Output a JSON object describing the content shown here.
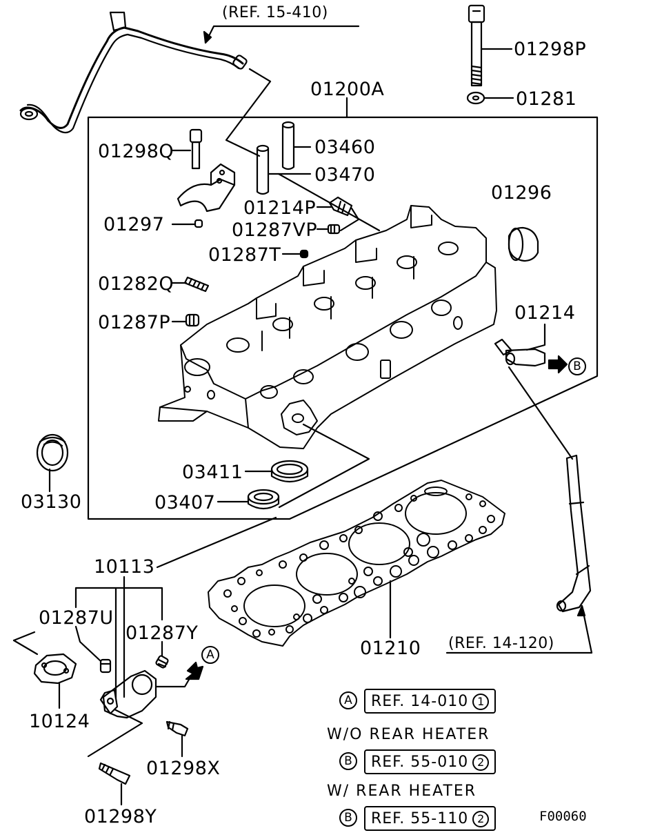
{
  "parts": {
    "p01298P": "01298P",
    "p01281": "01281",
    "p01200A": "01200A",
    "p03460": "03460",
    "p01298Q": "01298Q",
    "p03470": "03470",
    "p01296": "01296",
    "p01214P": "01214P",
    "p01297": "01297",
    "p01287VP": "01287VP",
    "p01287T": "01287T",
    "p01282Q": "01282Q",
    "p01287P": "01287P",
    "p01214": "01214",
    "p03130": "03130",
    "p03411": "03411",
    "p03407": "03407",
    "p10113": "10113",
    "p01287U": "01287U",
    "p01287Y": "01287Y",
    "p01210": "01210",
    "p10124": "10124",
    "p01298X": "01298X",
    "p01298Y": "01298Y"
  },
  "refs": {
    "top": "(REF. 15-410)",
    "hose": "(REF. 14-120)"
  },
  "callouts": {
    "A": "A",
    "B": "B"
  },
  "legend": {
    "rowA": {
      "marker": "A",
      "ref": "REF. 14-010",
      "num": "1"
    },
    "wo_rear_heater": "W/O  REAR  HEATER",
    "rowB1": {
      "marker": "B",
      "ref": "REF. 55-010",
      "num": "2"
    },
    "w_rear_heater": "W/  REAR  HEATER",
    "rowB2": {
      "marker": "B",
      "ref": "REF. 55-110",
      "num": "2"
    }
  },
  "figure_code": "F00060"
}
